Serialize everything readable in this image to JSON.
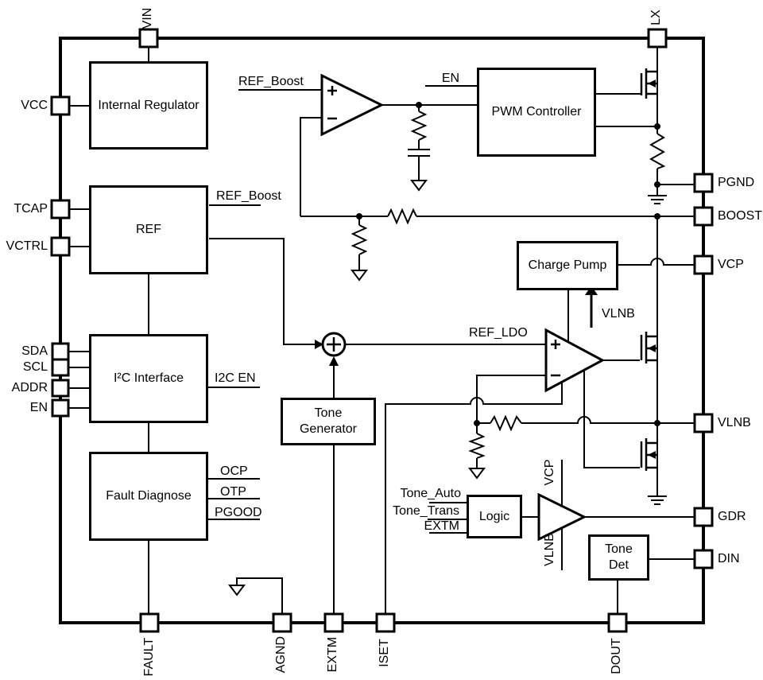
{
  "diagram": {
    "background": "#ffffff",
    "line_color": "#000000",
    "text_color": "#000000"
  },
  "blocks": {
    "internal_regulator": {
      "label": "Internal Regulator"
    },
    "ref": {
      "label": "REF"
    },
    "i2c_interface": {
      "label": "I²C Interface"
    },
    "fault_diagnose": {
      "label": "Fault Diagnose"
    },
    "pwm_controller": {
      "label": "PWM Controller"
    },
    "charge_pump": {
      "label": "Charge Pump"
    },
    "tone_generator": {
      "line1": "Tone",
      "line2": "Generator"
    },
    "logic": {
      "label": "Logic"
    },
    "tone_det": {
      "line1": "Tone",
      "line2": "Det"
    }
  },
  "pins": {
    "top": [
      {
        "name": "VIN"
      },
      {
        "name": "LX"
      }
    ],
    "left": [
      {
        "name": "VCC"
      },
      {
        "name": "TCAP"
      },
      {
        "name": "VCTRL"
      },
      {
        "name": "SDA"
      },
      {
        "name": "SCL"
      },
      {
        "name": "ADDR"
      },
      {
        "name": "EN"
      }
    ],
    "right": [
      {
        "name": "PGND"
      },
      {
        "name": "BOOST"
      },
      {
        "name": "VCP"
      },
      {
        "name": "VLNB"
      },
      {
        "name": "GDR"
      },
      {
        "name": "DIN"
      }
    ],
    "bottom": [
      {
        "name": "FAULT"
      },
      {
        "name": "AGND"
      },
      {
        "name": "EXTM"
      },
      {
        "name": "ISET"
      },
      {
        "name": "DOUT"
      }
    ]
  },
  "signals": {
    "ref_boost_amp_input": "REF_Boost",
    "ref_boost_ref_output": "REF_Boost",
    "en_pwm": "EN",
    "i2c_en": "I2C EN",
    "ocp": "OCP",
    "otp": "OTP",
    "pgood": "PGOOD",
    "ref_ldo": "REF_LDO",
    "vlnb_charge_pump": "VLNB",
    "tone_auto": "Tone_Auto",
    "tone_trans": "Tone_Trans",
    "extm_logic": "EXTM",
    "vcp_rail": "VCP",
    "vlnb_rail": "VLNB"
  }
}
